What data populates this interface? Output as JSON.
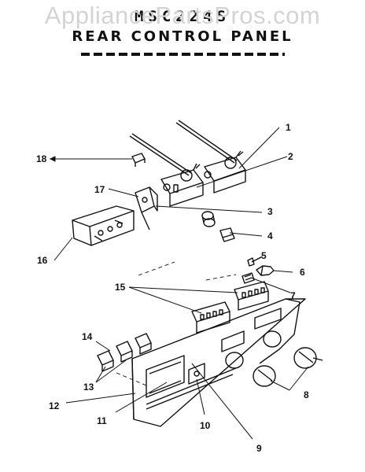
{
  "watermark": "AppliancePartsPros.com",
  "header": {
    "title": "MSC224S",
    "subtitle": "REAR CONTROL PANEL"
  },
  "callouts": [
    "1",
    "2",
    "3",
    "4",
    "5",
    "6",
    "7",
    "8",
    "9",
    "10",
    "11",
    "12",
    "13",
    "14",
    "15",
    "16",
    "17",
    "18"
  ]
}
